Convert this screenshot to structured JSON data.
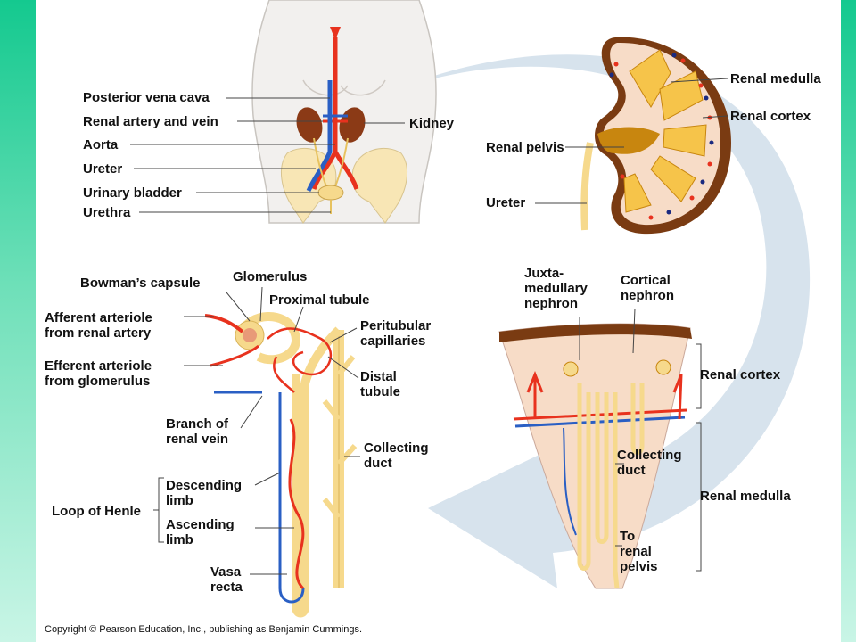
{
  "labels": {
    "posterior_vena_cava": "Posterior vena cava",
    "renal_artery_vein": "Renal artery and vein",
    "aorta": "Aorta",
    "ureter_body": "Ureter",
    "urinary_bladder": "Urinary bladder",
    "urethra": "Urethra",
    "kidney": "Kidney",
    "renal_medulla_top": "Renal medulla",
    "renal_cortex_top": "Renal cortex",
    "renal_pelvis": "Renal pelvis",
    "ureter_kidney": "Ureter",
    "bowmans_capsule": "Bowman’s capsule",
    "glomerulus": "Glomerulus",
    "proximal_tubule": "Proximal tubule",
    "afferent_arteriole": "Afferent arteriole from renal artery",
    "peritubular_capillaries": "Peritubular capillaries",
    "efferent_arteriole": "Efferent arteriole from glomerulus",
    "distal_tubule": "Distal tubule",
    "branch_renal_vein": "Branch of renal vein",
    "collecting_duct_nephron": "Collecting duct",
    "descending_limb": "Descending limb",
    "loop_of_henle": "Loop of Henle",
    "ascending_limb": "Ascending limb",
    "vasa_recta": "Vasa recta",
    "juxtamedullary_nephron": "Juxta- medullary nephron",
    "cortical_nephron": "Cortical nephron",
    "renal_cortex_section": "Renal cortex",
    "collecting_duct_section": "Collecting duct",
    "renal_medulla_section": "Renal medulla",
    "to_renal_pelvis": "To renal pelvis"
  },
  "copyright": "Copyright © Pearson Education, Inc., publishing as Benjamin Cummings.",
  "colors": {
    "tubule": "#f6d98c",
    "artery": "#e8321e",
    "vein": "#2a5fc4",
    "arrow": "#cfdde8",
    "kidney_cortex": "#f7dcc7",
    "kidney_edge": "#7a3b12",
    "medulla": "#c8860f"
  }
}
